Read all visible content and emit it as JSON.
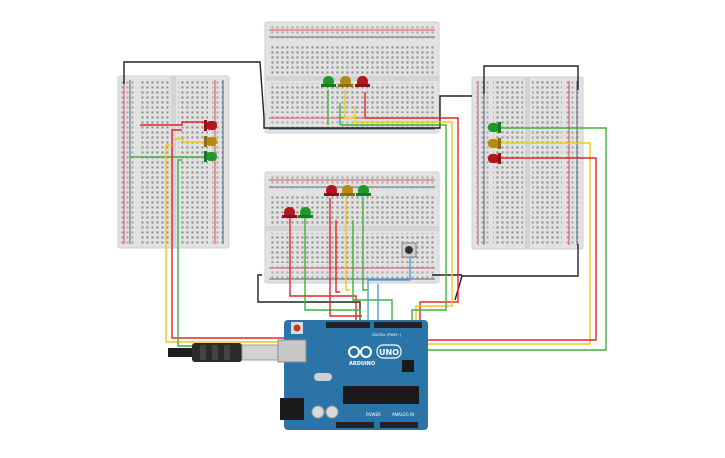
{
  "board": {
    "logo": "UNO",
    "brand": "ARDUINO",
    "power_label": "POWER",
    "analog_label": "ANALOG IN",
    "digital_label": "DIGITAL (PWM~)"
  },
  "colors": {
    "red_wire": "#e5232e",
    "green_wire": "#3bb33b",
    "yellow_wire": "#f2c916",
    "black_wire": "#222222",
    "blue_wire": "#4aa3df",
    "board": "#2a74a8",
    "led_red": "#b3161d",
    "led_yellow": "#b48a12",
    "led_green": "#1f9a2a"
  }
}
